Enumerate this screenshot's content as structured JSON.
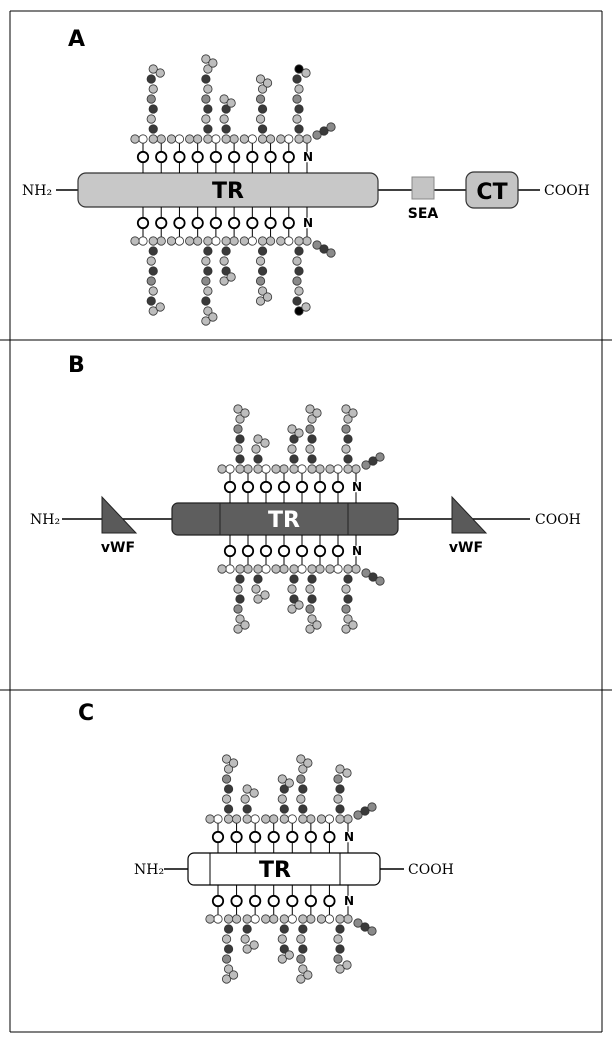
{
  "panels": [
    {
      "letter": "A",
      "n_term": "NH₂",
      "c_term": "COOH",
      "tr_label": "TR",
      "domains": [
        {
          "label": "SEA",
          "shape": "square",
          "color": "#c4c4c4"
        },
        {
          "label": "CT",
          "shape": "rounded-box",
          "color": "#c4c4c4"
        }
      ],
      "tr_color": "#c8c8c8",
      "glycan_site_label": "N"
    },
    {
      "letter": "B",
      "n_term": "NH₂",
      "c_term": "COOH",
      "tr_label": "TR",
      "domains": [
        {
          "label": "vWF",
          "shape": "triangle",
          "color": "#5a5a5a"
        },
        {
          "label": "vWF",
          "shape": "triangle",
          "color": "#5a5a5a"
        }
      ],
      "tr_color": "#5e5e5e",
      "glycan_site_label": "N"
    },
    {
      "letter": "C",
      "n_term": "NH₂",
      "c_term": "COOH",
      "tr_label": "TR",
      "domains": [],
      "tr_color": "#ffffff",
      "glycan_site_label": "N"
    }
  ],
  "colors": {
    "sugar_dark": "#3a3a3a",
    "sugar_light": "#bdbdbd",
    "sugar_mid": "#8a8a8a",
    "sugar_black": "#000000",
    "sugar_white": "#ffffff"
  }
}
